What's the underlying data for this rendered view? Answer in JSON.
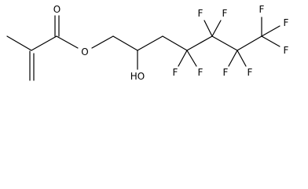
{
  "molecule": {
    "atom_labels": {
      "o_carbonyl": "O",
      "o_ester": "O",
      "hydroxyl": "HO",
      "f1": "F",
      "f2": "F",
      "f3": "F",
      "f4": "F",
      "f5": "F",
      "f6": "F",
      "f7": "F",
      "f8": "F",
      "f9": "F"
    }
  }
}
